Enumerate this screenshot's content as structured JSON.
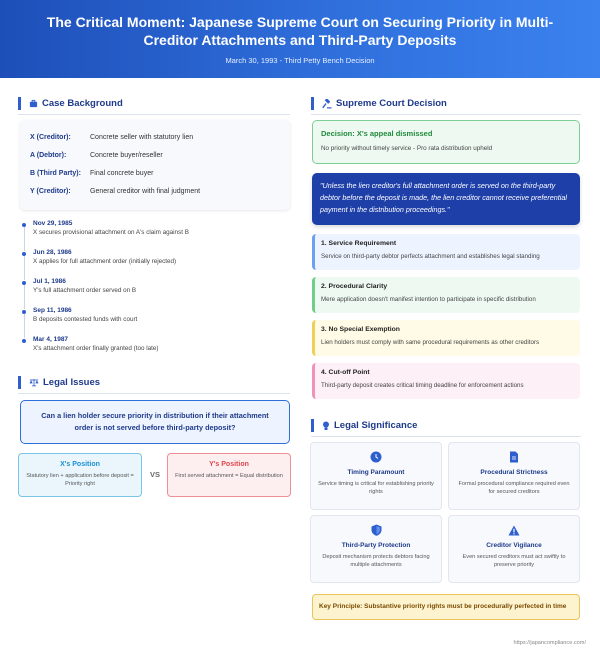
{
  "header": {
    "title": "The Critical Moment: Japanese Supreme Court on Securing Priority in Multi-Creditor Attachments and Third-Party Deposits",
    "subtitle": "March 30, 1993 - Third Petty Bench Decision"
  },
  "background": {
    "title": "Case Background",
    "icon": "briefcase-icon",
    "parties": [
      {
        "key": "X (Creditor):",
        "value": "Concrete seller with statutory lien"
      },
      {
        "key": "A (Debtor):",
        "value": "Concrete buyer/reseller"
      },
      {
        "key": "B (Third Party):",
        "value": "Final concrete buyer"
      },
      {
        "key": "Y (Creditor):",
        "value": "General creditor with final judgment"
      }
    ],
    "timeline": [
      {
        "date": "Nov 29, 1985",
        "text": "X secures provisional attachment on A's claim against B"
      },
      {
        "date": "Jun 28, 1986",
        "text": "X applies for full attachment order (initially rejected)"
      },
      {
        "date": "Jul 1, 1986",
        "text": "Y's full attachment order served on B"
      },
      {
        "date": "Sep 11, 1986",
        "text": "B deposits contested funds with court"
      },
      {
        "date": "Mar 4, 1987",
        "text": "X's attachment order finally granted (too late)"
      }
    ]
  },
  "issues": {
    "title": "Legal Issues",
    "icon": "scale-icon",
    "question": "Can a lien holder secure priority in distribution if their attachment order is not served before third-party deposit?",
    "x_position": {
      "title": "X's Position",
      "text": "Statutory lien + application before deposit = Priority right"
    },
    "vs": "VS",
    "y_position": {
      "title": "Y's Position",
      "text": "First served attachment = Equal distribution"
    }
  },
  "decision": {
    "title": "Supreme Court Decision",
    "icon": "gavel-icon",
    "verdict_title": "Decision: X's appeal dismissed",
    "verdict_text": "No priority without timely service - Pro rata distribution upheld",
    "quote": "\"Unless the lien creditor's full attachment order is served on the third-party debtor before the deposit is made, the lien creditor cannot receive preferential payment in the distribution proceedings.\"",
    "points": [
      {
        "title": "1. Service Requirement",
        "text": "Service on third-party debtor perfects attachment and establishes legal standing"
      },
      {
        "title": "2. Procedural Clarity",
        "text": "Mere application doesn't manifest intention to participate in specific distribution"
      },
      {
        "title": "3. No Special Exemption",
        "text": "Lien holders must comply with same procedural requirements as other creditors"
      },
      {
        "title": "4. Cut-off Point",
        "text": "Third-party deposit creates critical timing deadline for enforcement actions"
      }
    ]
  },
  "significance": {
    "title": "Legal Significance",
    "icon": "lightbulb-icon",
    "items": [
      {
        "icon": "clock-icon",
        "title": "Timing Paramount",
        "text": "Service timing is critical for establishing priority rights"
      },
      {
        "icon": "document-icon",
        "title": "Procedural Strictness",
        "text": "Formal procedural compliance required even for secured creditors"
      },
      {
        "icon": "shield-icon",
        "title": "Third-Party Protection",
        "text": "Deposit mechanism protects debtors facing multiple attachments"
      },
      {
        "icon": "warning-icon",
        "title": "Creditor Vigilance",
        "text": "Even secured creditors must act swiftly to preserve priority"
      }
    ],
    "key_principle": "Key Principle: Substantive priority rights must be procedurally perfected in time"
  },
  "footer": {
    "url": "https://japancompliance.com/"
  },
  "colors": {
    "primary": "#1e4fb8",
    "accent": "#2f6fdc",
    "success": "#218a3c",
    "danger": "#e0464f"
  }
}
